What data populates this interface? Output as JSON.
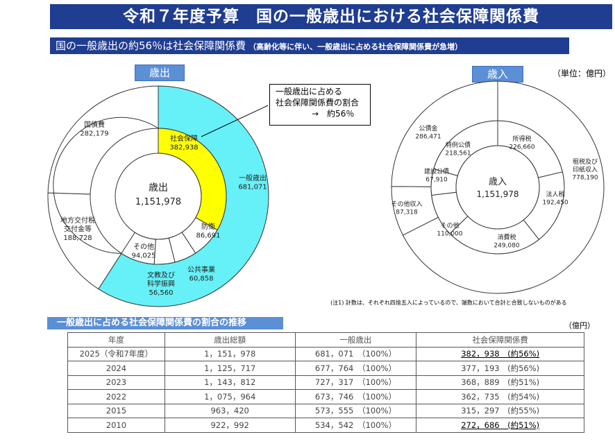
{
  "title": "令和７年度予算　国の一般歳出における社会保障関係費",
  "subtitle": {
    "main": "国の一般歳出の約56％は社会保障関係費",
    "note": "（高齢化等に伴い、一般歳出に占める社会保障関係費が急増）"
  },
  "expenditure_tag": "歳出",
  "revenue_tag": "歳入",
  "unit": "（単位：億円）",
  "callout": {
    "line1": "一般歳出に占める",
    "line2": "社会保障関係費の割合",
    "line3": "→　約56％"
  },
  "note": "(注1) 計数は、それぞれ四捨五入によっているので、端数において合計と合致しないものがある",
  "colors": {
    "header": "#1f3d91",
    "tag": "#5b8fd6",
    "general_expenditure": "#66f0f7",
    "social_security": "#ffff00"
  },
  "chart_data": [
    {
      "type": "pie",
      "name": "歳出",
      "center_label": "歳出",
      "total": "1,151,978",
      "outer_ring": [
        {
          "label": "国債費",
          "value": 282179,
          "value_text": "282,179"
        },
        {
          "label": "一般歳出",
          "value": 681071,
          "value_text": "681,071",
          "color": "#66f0f7"
        },
        {
          "label": "地方交付税交付金等",
          "value": 188728,
          "value_text": "188,728"
        }
      ],
      "inner_ring": [
        {
          "label": "社会保障",
          "value": 382938,
          "value_text": "382,938",
          "color": "#ffff00"
        },
        {
          "label": "防衛",
          "value": 86691,
          "value_text": "86,691"
        },
        {
          "label": "公共事業",
          "value": 60858,
          "value_text": "60,858"
        },
        {
          "label": "文教及び科学振興",
          "value": 56560,
          "value_text": "56,560"
        },
        {
          "label": "その他",
          "value": 94025,
          "value_text": "94,025"
        }
      ]
    },
    {
      "type": "pie",
      "name": "歳入",
      "center_label": "歳入",
      "total": "1,151,978",
      "segments": [
        {
          "label": "所得税",
          "value": 226660,
          "value_text": "226,660"
        },
        {
          "label": "租税及び印紙収入",
          "value": 778190,
          "value_text": "778,190",
          "outer_ring": true
        },
        {
          "label": "法人税",
          "value": 192450,
          "value_text": "192,450"
        },
        {
          "label": "消費税",
          "value": 249080,
          "value_text": "249,080"
        },
        {
          "label": "その他",
          "value": 110000,
          "value_text": "110,000"
        },
        {
          "label": "その他収入",
          "value": 87318,
          "value_text": "87,318",
          "outer_ring": true
        },
        {
          "label": "建設公債",
          "value": 67910,
          "value_text": "67,910"
        },
        {
          "label": "特例公債",
          "value": 218561,
          "value_text": "218,561"
        },
        {
          "label": "公債金",
          "value": 286471,
          "value_text": "286,471",
          "outer_ring": true
        }
      ]
    },
    {
      "type": "table",
      "title": "一般歳出に占める社会保障関係費の割合の推移",
      "unit": "（億円）",
      "headers": [
        "年度",
        "歳出総額",
        "一般歳出",
        "社会保障関係費"
      ],
      "rows": [
        [
          "2025（令和7年度）",
          "1，151，978",
          "681，071　（100%）",
          "382，938　(約56%)"
        ],
        [
          "2024",
          "1，125，717",
          "677，764　（100%）",
          "377，193　(約56%)"
        ],
        [
          "2023",
          "1，143，812",
          "727，317　（100%）",
          "368，889　(約51%)"
        ],
        [
          "2022",
          "1，075，964",
          "673，746　（100%）",
          "362，735　(約54%)"
        ],
        [
          "2015",
          "963，420",
          "573，555　（100%）",
          "315，297　(約55%)"
        ],
        [
          "2010",
          "922，992",
          "534，542　（100%）",
          "272，686　(約51%)"
        ]
      ]
    }
  ]
}
